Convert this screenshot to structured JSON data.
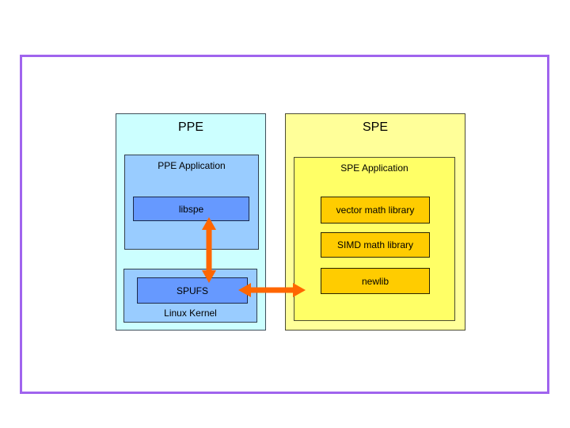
{
  "ppe": {
    "title": "PPE",
    "application": {
      "title": "PPE Application",
      "libspe": "libspe"
    },
    "kernel": {
      "title": "Linux Kernel",
      "spufs": "SPUFS"
    }
  },
  "spe": {
    "title": "SPE",
    "application": {
      "title": "SPE Application",
      "libraries": [
        "vector math library",
        "SIMD math library",
        "newlib"
      ]
    }
  },
  "arrows": [
    {
      "name": "libspe-spufs-arrow",
      "type": "vertical-double-headed"
    },
    {
      "name": "spufs-spe-arrow",
      "type": "horizontal-double-headed"
    }
  ],
  "colors": {
    "frame_border": "#a064ee",
    "ppe_outer_fill": "#ccffff",
    "ppe_inner_fill": "#99ccff",
    "blue_box_fill": "#6699ff",
    "spe_outer_fill": "#ffff99",
    "spe_inner_fill": "#ffff66",
    "gold_box_fill": "#ffcc00",
    "arrow": "#ff6600",
    "text": "#000000"
  }
}
